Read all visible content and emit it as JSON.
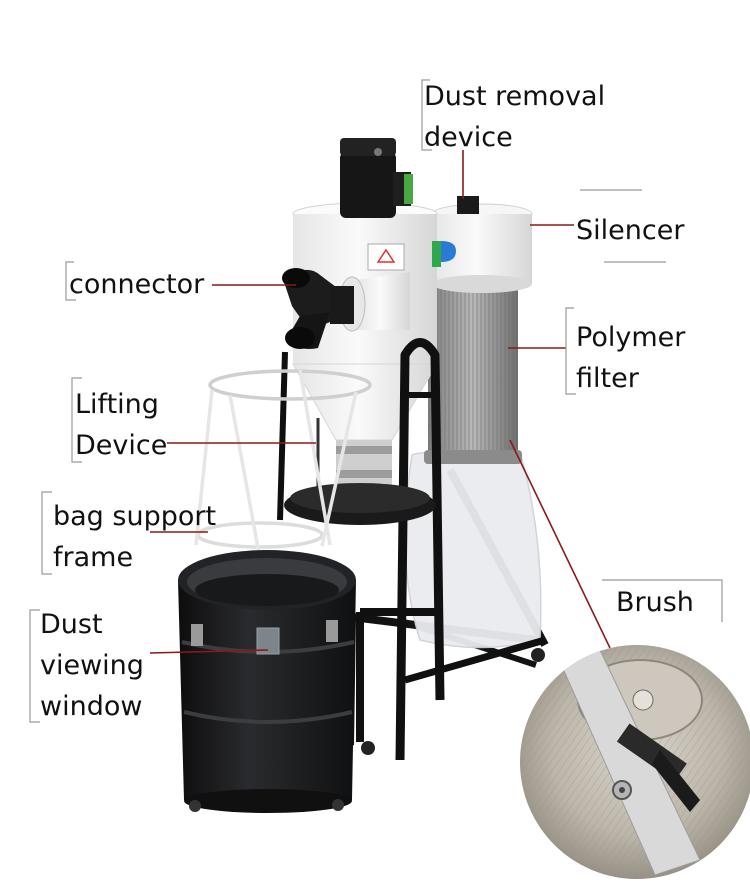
{
  "labels": {
    "dust_removal_device": "Dust removal\ndevice",
    "silencer": "Silencer",
    "connector": "connector",
    "polymer_filter": "Polymer\nfilter",
    "lifting_device": "Lifting\nDevice",
    "bag_support_frame": "bag support\nframe",
    "brush": "Brush",
    "dust_viewing_window": "Dust\nviewing\nwindow"
  },
  "colors": {
    "leader_line": "#8b1a1a",
    "background": "#ffffff",
    "label_text": "#111111",
    "body_white": "#f2f2f2",
    "bin_black": "#1b1c1e",
    "frame_black": "#121212",
    "filter_grey": "#9a9a9a",
    "logo_green": "#2ea84a",
    "logo_blue": "#2a7bd3"
  },
  "icons": [
    "brand-logo-icon",
    "warning-sticker-icon"
  ]
}
